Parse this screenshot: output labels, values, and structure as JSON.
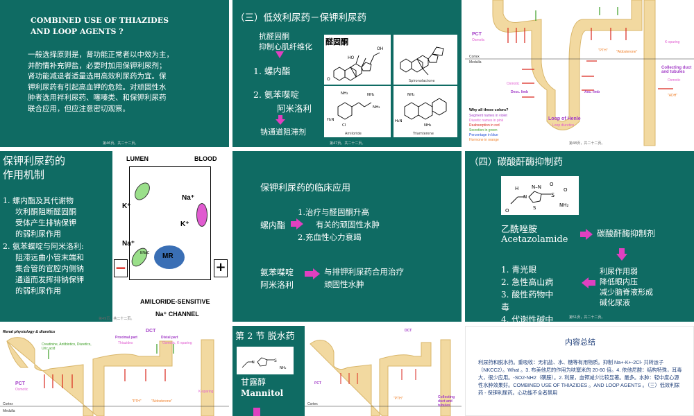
{
  "s1": {
    "title": "COMBINED USE OF THIAZIDES AND LOOP AGENTS ?",
    "lines": [
      "一般选择原则是，肾功能正常者以中效为主，",
      "并酌情补充钾盐，必要时加用保钾利尿剂；",
      "肾功能减退者适量选用高效利尿药为宜。保",
      "钾利尿药有引起高血钾的危险。对顽固性水",
      "肿者选用袢利尿药、噻嗪类、和保钾利尿药",
      "联合应用，但应注意密切观察。"
    ],
    "footer": "第46页，共二十二页。"
  },
  "s2": {
    "title": "（三）低效利尿药－保钾利尿药",
    "mech1": "抗醛固酮",
    "mech2": "抑制心肌纤维化",
    "item1": "1. 螺内酯",
    "item2a": "2. 氨苯喋啶",
    "item2b": "阿米洛利",
    "blocker": "钠通道阻滞剂",
    "aldosterone_label": "醛固酮",
    "spiro_label": "Spironolactone",
    "amiloride_label": "Amiloride",
    "triamterene_label": "Triamterene",
    "footer": "第47页，共二十二页。"
  },
  "s3": {
    "pct": "PCT",
    "osmotic": "Osmotic",
    "ksparing": "K-sparing",
    "cortex": "Cortex",
    "medulla": "Medulla",
    "collecting": "Collecting duct and tubules",
    "collecting_sub": "Osmotic",
    "desc": "Desc. limb",
    "asc": "Asc. limb",
    "loop": "Loop of Henle",
    "loop_sub": "Loop diuretics",
    "pth": "\"PTH\"",
    "ald": "\"Aldosterone\"",
    "adh": "\"ADH\"",
    "why": "Why all these colors?",
    "legend": [
      {
        "text": "Segment names in violet",
        "color": "#a23cc7"
      },
      {
        "text": "Diuretic names in pink",
        "color": "#e05bd0"
      },
      {
        "text": "Reabsorption in red",
        "color": "#d9261c"
      },
      {
        "text": "Secretion in green",
        "color": "#3a9d23"
      },
      {
        "text": "Percentage in blue",
        "color": "#1f4fd8"
      },
      {
        "text": "Hormone in orange",
        "color": "#f0822d"
      }
    ],
    "footer": "第48页，共二十二页。"
  },
  "s4": {
    "title1": "保钾利尿药的",
    "title2": "作用机制",
    "p1": [
      "1. 螺内酯及其代谢物",
      "坎利酮阻断醛固酮",
      "受体产生排钠保钾",
      "的弱利尿作用"
    ],
    "p2": [
      "2. 氨苯蝶啶与阿米洛利:",
      "阻滞远曲小管末端和",
      "集合管的官腔内侧钠",
      "通道而发挥排钠保钾",
      "的弱利尿作用"
    ],
    "lumen": "LUMEN",
    "blood": "BLOOD",
    "k": "K⁺",
    "na": "Na⁺",
    "mr": "MR",
    "enac": "ENaC",
    "minus": "−",
    "plus": "+",
    "caption1": "AMILORIDE-SENSITIVE",
    "caption2": "Na⁺ CHANNEL",
    "footer": "第49页，共二十二页。"
  },
  "s5": {
    "title": "保钾利尿药的临床应用",
    "drug1": "螺内酯",
    "use1a": "1.治疗与醛固酮升高",
    "use1b": "有关的顽固性水肿",
    "use1c": "2.充血性心力衰竭",
    "drug2a": "氨苯喋啶",
    "drug2b": "阿米洛利",
    "use2a": "与排钾利尿药合用治疗",
    "use2b": "顽固性水肿"
  },
  "s6": {
    "title": "（四）碳酸酐酶抑制药",
    "drug_cn": "乙酰唑胺",
    "drug_en": "Acetazolamide",
    "action": "碳酸酐酶抑制剂",
    "effects": [
      "利尿作用弱",
      "降低眼内压",
      "减少脑脊液形成",
      "碱化尿液"
    ],
    "uses": [
      "1. 青光眼",
      "2. 急性高山病",
      "3. 酸性药物中",
      "毒",
      "4. 代谢性碱中"
    ],
    "footer": "第51页，共二十二页。"
  },
  "s7": {
    "title": "Renal physiology & diuretics",
    "creat": "Creatinine, Antibiotics, Diuretics, Uric acid",
    "prox": "Proximal part",
    "thiazides": "Thiazides",
    "dct": "DCT",
    "distal": "Distal part",
    "distal_sub": "Osmotic, K-sparing",
    "pct": "PCT",
    "osmotic": "Osmotic",
    "ksparing": "K-sparing",
    "pth": "\"PTH\"",
    "ald": "\"Aldosterone\"",
    "cortex": "Cortex",
    "medulla": "Medulla"
  },
  "s8": {
    "title": "第 2 节  脱水药",
    "drug_cn": "甘露醇",
    "drug_en": "Mannitol"
  },
  "s9": {
    "title": "内容总结",
    "body": "利尿药和脱水药。重吸收：无机盐、水、糖等有用物质。抑制 Na+-K+-2Cl- 共转运子（NKCC2）。What 。3. 布美他尼的作用为呋塞米的 20-60 倍。4. 依他尼酸：结构特殊，耳毒大，很少应用。-SO2-NH2（磺胺）。2. 利尿，血钾减少比较显著。最多。水肿：轻中度心源性水肿效果好。COMBINED USE OF THIAZIDES 。AND LOOP AGENTS 。（三）低效利尿药 - 保钾利尿药。心功能不全者禁用"
  }
}
